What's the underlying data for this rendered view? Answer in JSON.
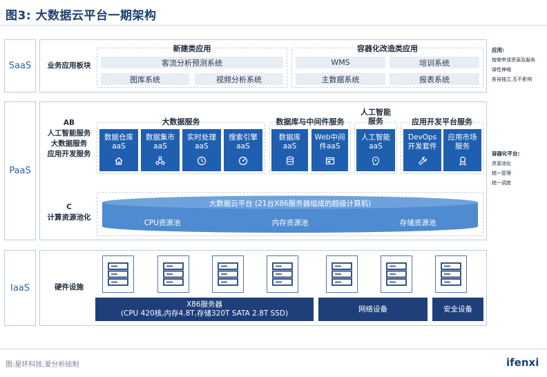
{
  "title": "图3: 大数据云平台一期架构",
  "layers": {
    "saas": "SaaS",
    "paas": "PaaS",
    "iaas": "IaaS"
  },
  "saas": {
    "left_label": "业务应用板块",
    "group_new": {
      "title": "新建类应用",
      "items": [
        "客流分析预测系统",
        "图库系统",
        "视频分析系统"
      ]
    },
    "group_container": {
      "title": "容器化改造类应用",
      "items": [
        "WMS",
        "培训系统",
        "主数据系统",
        "报表系统"
      ]
    }
  },
  "paas": {
    "left_label_1": [
      "AB",
      "人工智能服务",
      "大数据服务",
      "应用开发服务"
    ],
    "left_label_2": [
      "C",
      "计算资源池化"
    ],
    "groups": [
      {
        "title": "大数据服务",
        "services": [
          {
            "label": [
              "数据仓库",
              "aaS"
            ],
            "icon": "home-icon"
          },
          {
            "label": [
              "数据集市",
              "aaS"
            ],
            "icon": "network-icon"
          },
          {
            "label": [
              "实时处理",
              "aaS"
            ],
            "icon": "clock-icon"
          },
          {
            "label": [
              "搜索引擎",
              "aaS"
            ],
            "icon": "gauge-icon"
          }
        ]
      },
      {
        "title": "数据库与中间件服务",
        "services": [
          {
            "label": [
              "数据库",
              "aaS"
            ],
            "icon": "database-icon"
          },
          {
            "label": [
              "Web中间",
              "件aaS"
            ],
            "icon": "window-icon"
          }
        ]
      },
      {
        "title": "人工智能\n服务",
        "title_lines": [
          "人工智能",
          "服务"
        ],
        "services": [
          {
            "label": [
              "人工智能",
              "aaS"
            ],
            "icon": "brain-icon"
          }
        ]
      },
      {
        "title": "应用开发平台服务",
        "services": [
          {
            "label": [
              "DevOps",
              "开发套件"
            ],
            "icon": "wrench-icon"
          },
          {
            "label": [
              "应用市场",
              "服务"
            ],
            "icon": "award-icon"
          }
        ]
      }
    ],
    "platform": {
      "title": "大数据云平台 (21台X86服务器组成的超级计算机)",
      "pools": [
        "CPU资源池",
        "内存资源池",
        "存储资源池"
      ]
    }
  },
  "iaas": {
    "left_label": "硬件设施",
    "bars": {
      "x86": [
        "X86服务器",
        "(CPU 420核,内存4.8T,存储320T SATA 2.8T SSD)"
      ],
      "network": "网络设备",
      "security": "安全设备"
    },
    "server_icon_count": 7
  },
  "side_notes": {
    "app": {
      "title": "应用:",
      "lines": [
        "按需申请资源及服务",
        "弹性伸缩",
        "各自独立,互不影响"
      ]
    },
    "container": {
      "title": "容器化平台:",
      "lines": [
        "资源池化",
        "统一管理",
        "统一调度"
      ]
    }
  },
  "footer": {
    "source": "图:星环科技,爱分析绘制",
    "logo": "ifenxi"
  },
  "colors": {
    "service_blue": "#1f5fb0",
    "dark_blue": "#1f3f7a",
    "title_blue": "#1c3f73",
    "layer_text": "#2b64a8"
  }
}
